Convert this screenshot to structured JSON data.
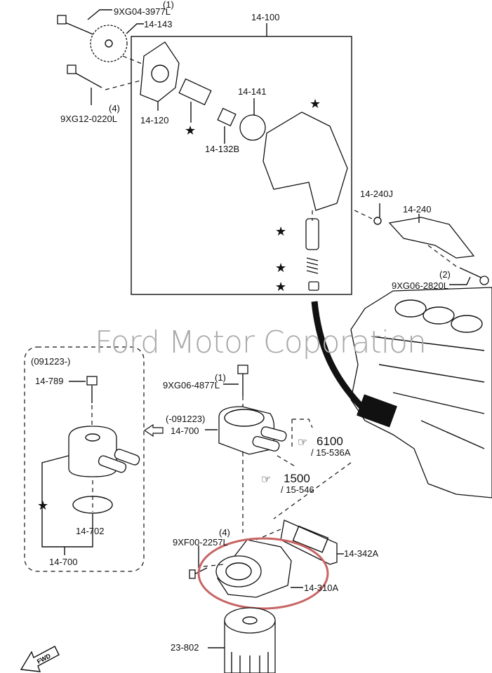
{
  "watermark": "Ford Motor Coporation",
  "highlight_color": "#c86464",
  "labels": {
    "bolt_top_qty": "(1)",
    "bolt_top": "9XG04-3977L",
    "sprocket": "14-143",
    "pump_assy": "14-100",
    "bolt_mid_qty": "(4)",
    "bolt_mid": "9XG12-0220L",
    "cover": "14-120",
    "rotor": "14-141",
    "shaft_key": "14-132B",
    "oring": "14-240J",
    "strainer": "14-240",
    "strainer_bolt_qty": "(2)",
    "strainer_bolt": "9XG06-2820L",
    "cooler_bolt_qty": "(1)",
    "cooler_bolt": "9XG06-4877L",
    "cooler_old_date": "(-091223)",
    "cooler_old": "14-700",
    "ref1_num": "6100",
    "ref1_sub": "/ 15-536A",
    "ref2_num": "1500",
    "ref2_sub": "/ 15-546",
    "new_date": "(091223-)",
    "new_bolt": "14-789",
    "new_gasket": "14-702",
    "new_cooler": "14-700",
    "filter_bolt_qty": "(4)",
    "filter_bolt": "9XF00-2257L",
    "gasket": "14-342A",
    "filter_body": "14-310A",
    "filter": "23-802",
    "fwd": "FWD",
    "star": "★"
  },
  "icons": [
    "star-icon",
    "pointing-hand-icon",
    "fwd-arrow-icon",
    "hatched-arrow-icon"
  ]
}
